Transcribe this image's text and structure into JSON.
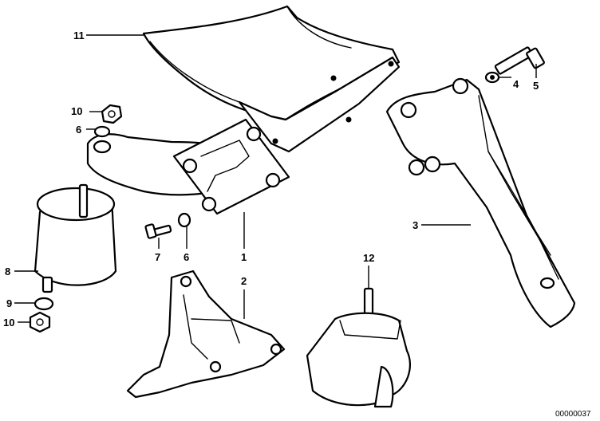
{
  "callouts": {
    "c1": "1",
    "c2": "2",
    "c3": "3",
    "c4": "4",
    "c5": "5",
    "c6a": "6",
    "c6b": "6",
    "c7": "7",
    "c8": "8",
    "c9": "9",
    "c10a": "10",
    "c10b": "10",
    "c11": "11",
    "c12": "12"
  },
  "reference_number": "00000037"
}
